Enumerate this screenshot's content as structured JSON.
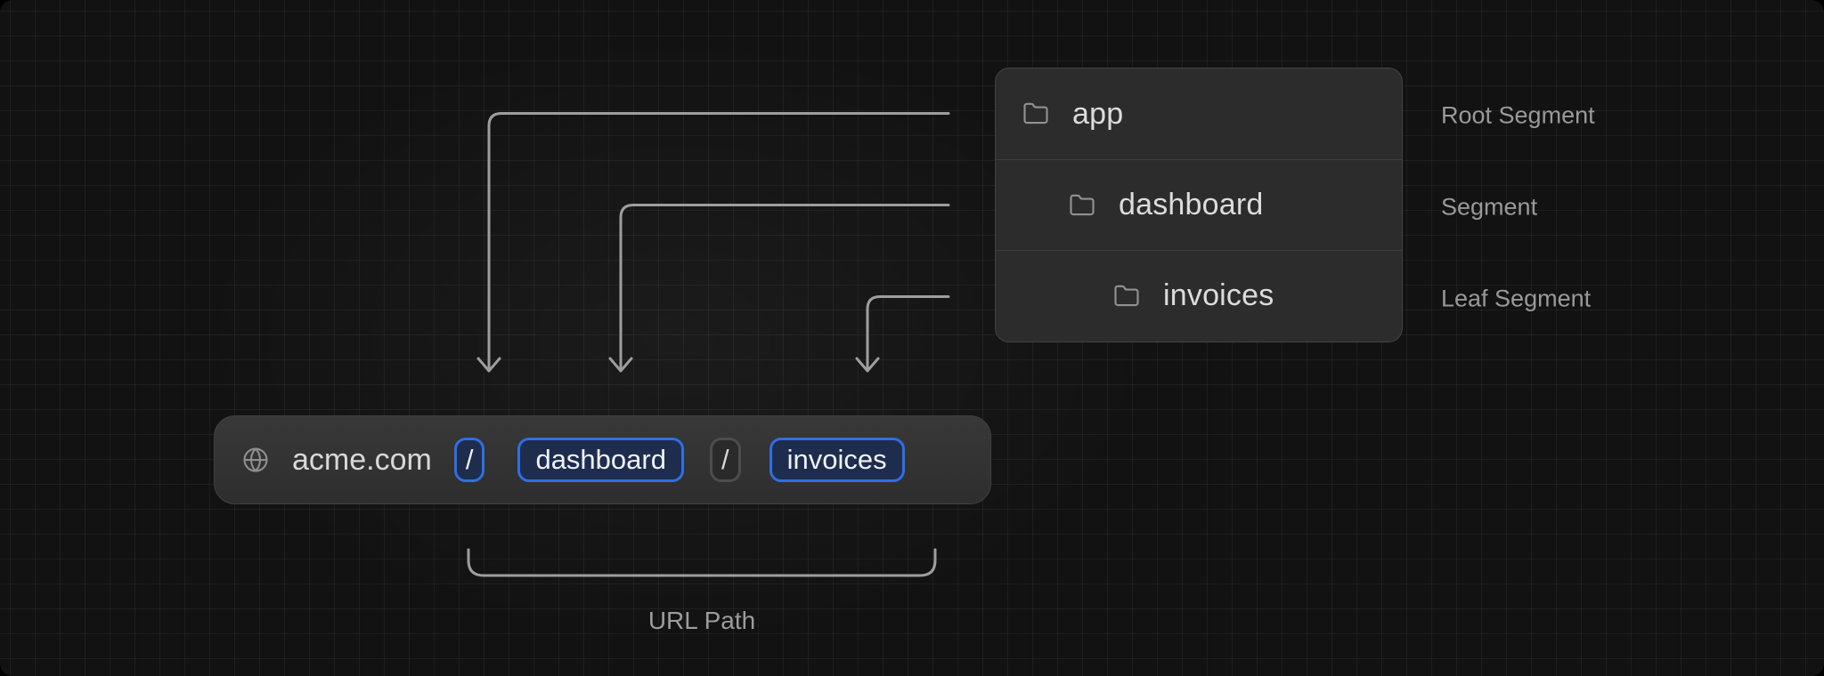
{
  "tree": {
    "rows": [
      {
        "label": "app",
        "icon": "folder-icon",
        "annotation": "Root Segment"
      },
      {
        "label": "dashboard",
        "icon": "folder-icon",
        "annotation": "Segment"
      },
      {
        "label": "invoices",
        "icon": "folder-icon",
        "annotation": "Leaf Segment"
      }
    ]
  },
  "url_bar": {
    "icon": "globe-icon",
    "domain": "acme.com",
    "segments": [
      {
        "text": "/",
        "highlighted": true
      },
      {
        "text": "dashboard",
        "highlighted": true
      },
      {
        "text": "/",
        "highlighted": false
      },
      {
        "text": "invoices",
        "highlighted": true
      }
    ]
  },
  "bracket": {
    "label": "URL Path"
  },
  "theme": {
    "accent_border": "#2f6fe4",
    "accent_fill": "#1e2c4d",
    "line_gray": "#9e9e9e",
    "panel_bg": "#2c2c2c"
  }
}
